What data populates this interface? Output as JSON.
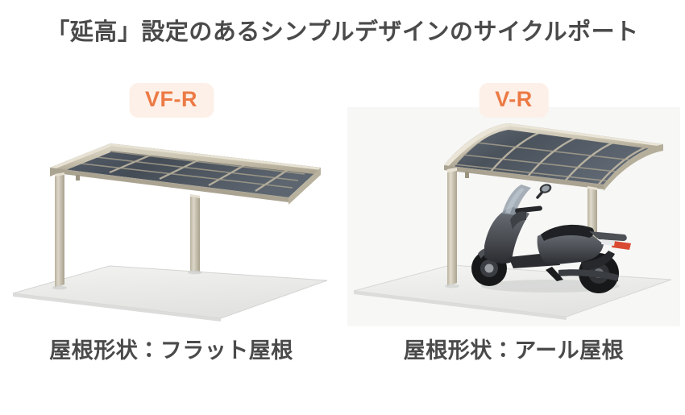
{
  "header": {
    "title": "「延高」設定のあるシンプルデザインのサイクルポート",
    "title_color": "#4a4a4a"
  },
  "theme": {
    "page_background": "#ffffff",
    "badge_background": "#fdf0e8",
    "badge_text_color": "#ec7a45",
    "caption_color": "#4a4a4a",
    "frame_color": "#c9c2ae",
    "frame_shadow_color": "#a79f8b",
    "roof_panel_color": "#4c545e",
    "ground_pad_color": "#e9eae8",
    "scooter_body_color": "#4a4d52",
    "scooter_dark_color": "#1c1c1e",
    "taillight_color": "#d94a32"
  },
  "products": [
    {
      "badge": "VF-R",
      "caption": "屋根形状：フラット屋根",
      "roof_type": "flat",
      "photo_background": "#ffffff",
      "has_scooter": false,
      "alt": "フラット屋根のサイクルポート VF-R"
    },
    {
      "badge": "V-R",
      "caption": "屋根形状：アール屋根",
      "roof_type": "arch",
      "photo_background": "#f7f7f6",
      "has_scooter": true,
      "alt": "アール屋根のサイクルポート V-R（スクーター駐輪イメージ）"
    }
  ]
}
